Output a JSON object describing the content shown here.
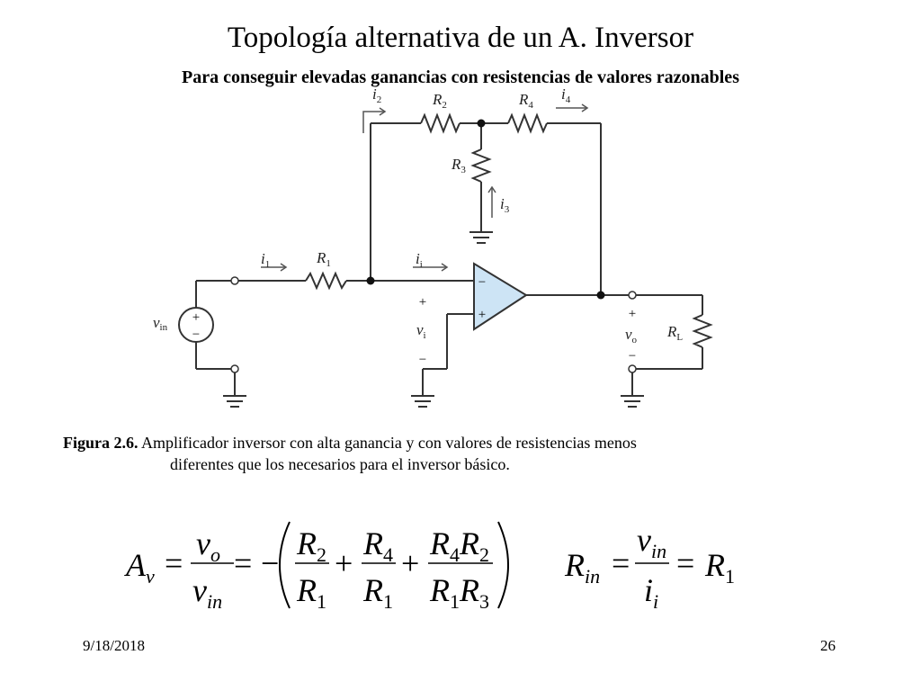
{
  "slide": {
    "title": "Topología alternativa de un A. Inversor",
    "subtitle": "Para conseguir elevadas ganancias con resistencias de valores razonables"
  },
  "diagram": {
    "labels": {
      "i1": "i",
      "i1_sub": "1",
      "i2": "i",
      "i2_sub": "2",
      "i3": "i",
      "i3_sub": "3",
      "i4": "i",
      "i4_sub": "4",
      "ii": "i",
      "ii_sub": "i",
      "R1": "R",
      "R1_sub": "1",
      "R2": "R",
      "R2_sub": "2",
      "R3": "R",
      "R3_sub": "3",
      "R4": "R",
      "R4_sub": "4",
      "RL": "R",
      "RL_sub": "L",
      "vin": "v",
      "vin_sub": "in",
      "vi": "v",
      "vi_sub": "i",
      "vo": "v",
      "vo_sub": "o",
      "plus": "+",
      "minus": "−",
      "opamp_minus": "−",
      "opamp_plus": "+"
    }
  },
  "caption": {
    "label": "Figura 2.6.",
    "line1": "Amplificador inversor con alta ganancia y con valores de resistencias menos",
    "line2": "diferentes que los necesarios para el inversor básico."
  },
  "equations": {
    "Av": "A",
    "Av_sub": "v",
    "eq": "=",
    "neg": "−",
    "plus": "+",
    "vo": "v",
    "vo_sub": "o",
    "vin": "v",
    "vin_sub": "in",
    "R": "R",
    "sub1": "1",
    "sub2": "2",
    "sub3": "3",
    "sub4": "4",
    "Rin": "R",
    "Rin_sub": "in",
    "ii": "i",
    "ii_sub": "i"
  },
  "footer": {
    "date": "9/18/2018",
    "page": "26"
  }
}
